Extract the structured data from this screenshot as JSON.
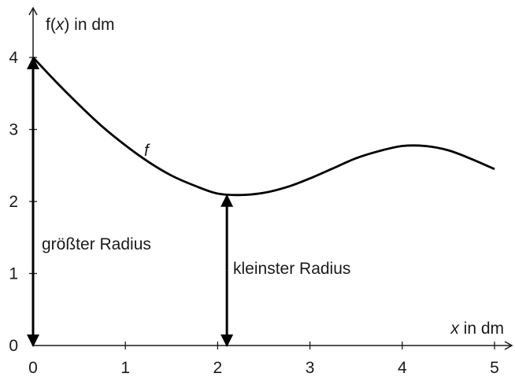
{
  "chart_data": {
    "type": "line",
    "xlabel": {
      "var": "x",
      "unit": " in dm"
    },
    "ylabel": {
      "prefix": "f(",
      "var": "x",
      "suffix": ") in dm"
    },
    "xlim": [
      0,
      5
    ],
    "ylim": [
      0,
      4
    ],
    "xticks": [
      "0",
      "1",
      "2",
      "3",
      "4",
      "5"
    ],
    "yticks": [
      "0",
      "1",
      "2",
      "3",
      "4"
    ],
    "grid": false,
    "series": [
      {
        "name": "f",
        "x": [
          0,
          0.25,
          0.5,
          0.75,
          1.0,
          1.25,
          1.5,
          1.75,
          2.0,
          2.25,
          2.5,
          2.75,
          3.0,
          3.25,
          3.5,
          3.75,
          4.0,
          4.25,
          4.5,
          4.75,
          5.0
        ],
        "y": [
          4.0,
          3.66,
          3.34,
          3.04,
          2.78,
          2.55,
          2.36,
          2.22,
          2.11,
          2.09,
          2.12,
          2.2,
          2.32,
          2.46,
          2.6,
          2.7,
          2.77,
          2.77,
          2.71,
          2.59,
          2.45
        ]
      }
    ],
    "annotations": [
      {
        "text": "größter Radius",
        "x": 0,
        "y_from": 0,
        "y_to": 4.0
      },
      {
        "text": "kleinster Radius",
        "x": 2.1,
        "y_from": 0,
        "y_to": 2.09
      }
    ]
  }
}
